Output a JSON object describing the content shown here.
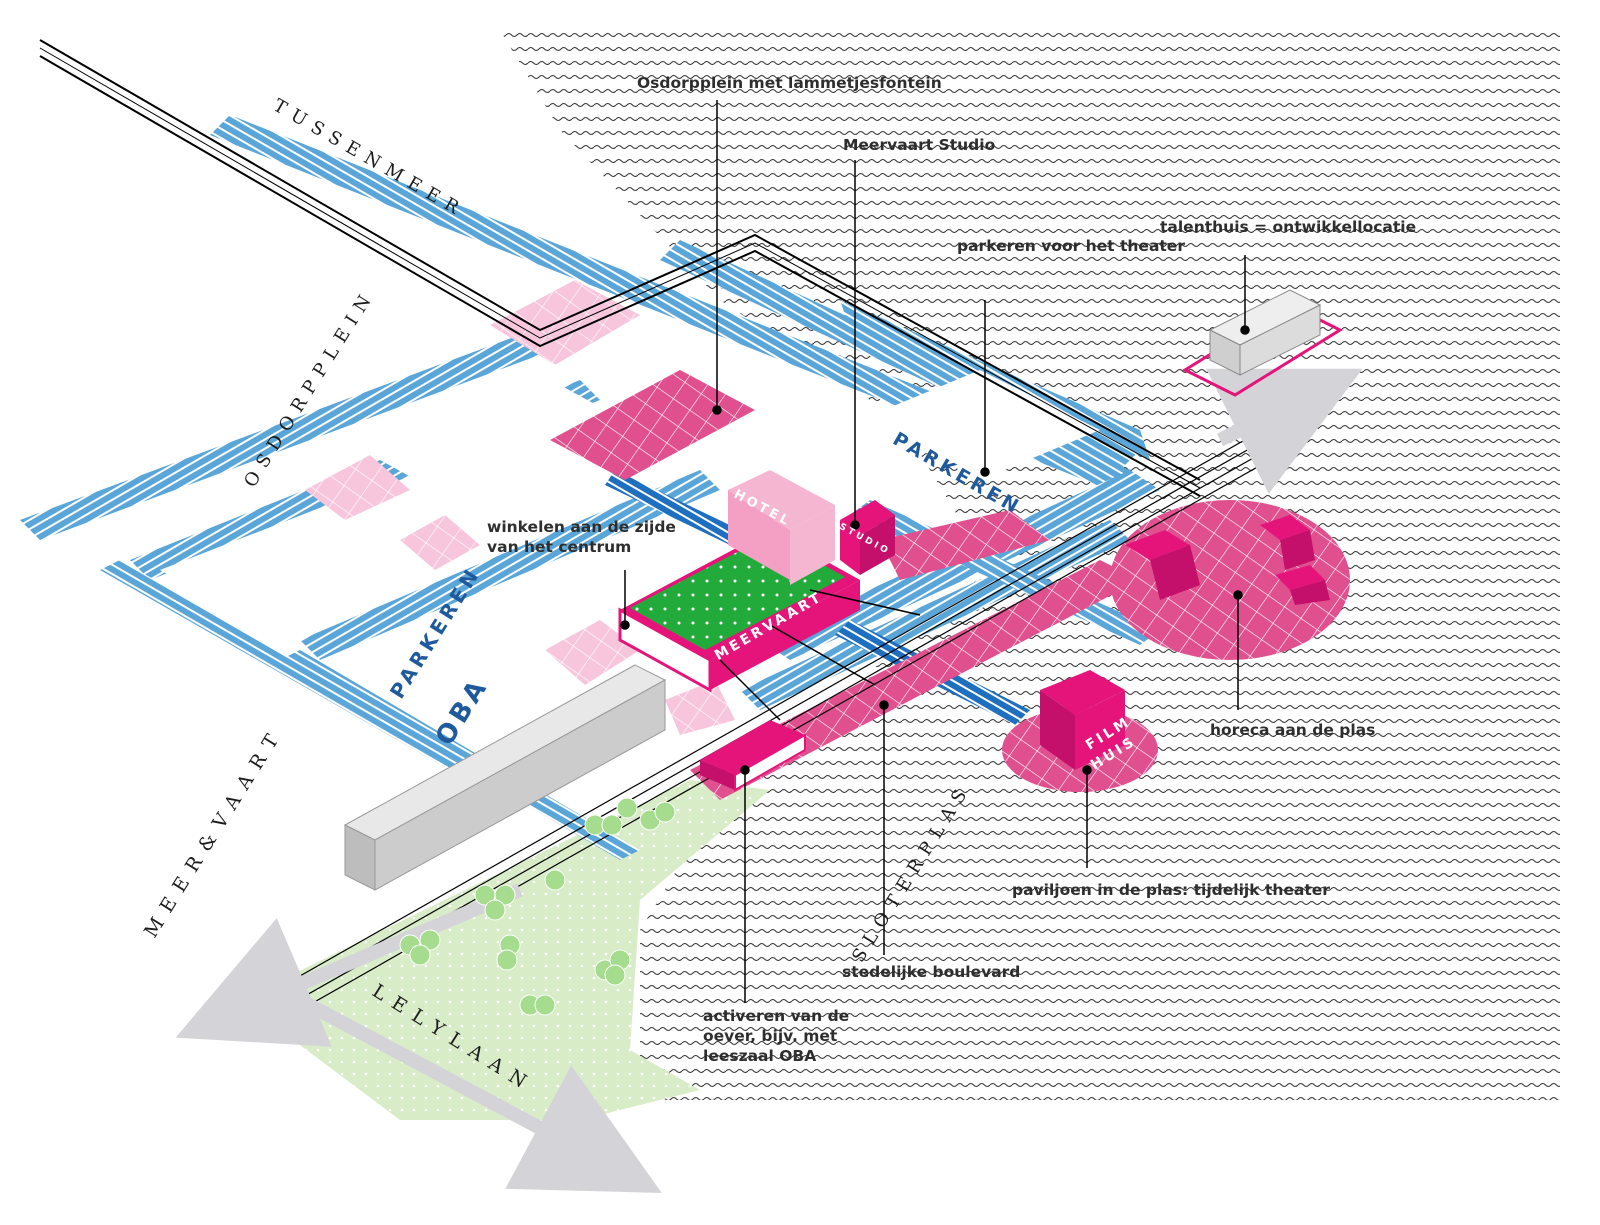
{
  "labels": {
    "osdorpplein_fontein": "Osdorpplein met lammetjesfontein",
    "meervaart_studio": "Meervaart Studio",
    "talenthuis": "talenthuis = ontwikkellocatie",
    "parkeren_theater": "parkeren voor het theater",
    "winkelen": "winkelen aan de zijde van het centrum",
    "horeca": "horeca aan de plas",
    "paviljoen": "paviljoen in de plas: tijdelijk theater",
    "boulevard": "stedelijke boulevard",
    "activeren": "activeren van de oever, bijv.  met leeszaal OBA"
  },
  "streets": {
    "tussenmeer": "TUSSENMEER",
    "osdorpplein": "OSDORPPLEIN",
    "meervaart": "MEER&VAART",
    "lelylaan": "LELYLAAN",
    "sloterplas": "SLOTERPLAS"
  },
  "areas": {
    "parkeren_top": "PARKEREN",
    "parkeren_oba_1": "PARKEREN",
    "parkeren_oba_2": "OBA"
  },
  "buildings": {
    "hotel": "HOTEL",
    "studio": "STUDIO",
    "meervaart": "MEERVAART",
    "film": "FILM",
    "huis": "HUIS"
  },
  "colors": {
    "blue": "#5aa6d8",
    "dark_blue": "#1f6fc0",
    "magenta": "#e5147a",
    "pink_hatch": "#e0508f",
    "light_pink": "#f7c6dc",
    "green_roof": "#22aa3a",
    "park_green": "#d8ecc8",
    "tree_green": "#a6dc8e",
    "grey_building": "#cccccc"
  }
}
